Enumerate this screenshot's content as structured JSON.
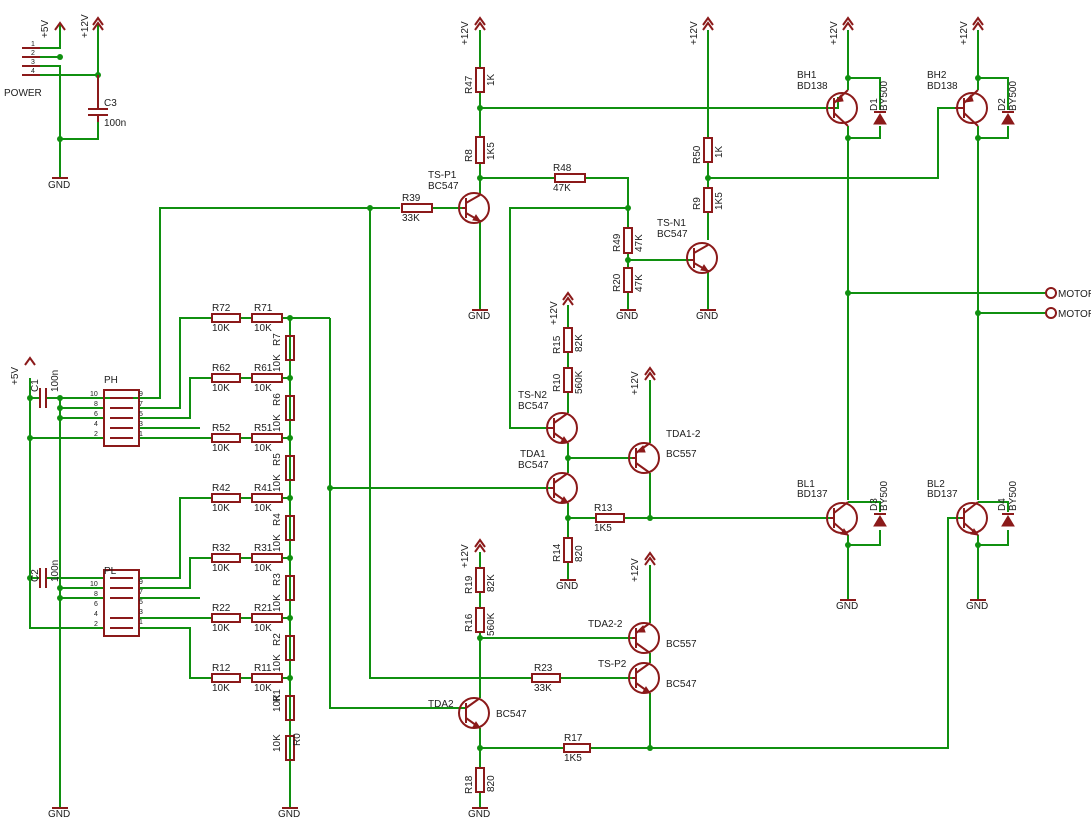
{
  "labels": {
    "v5": "+5V",
    "v12": "+12V",
    "gnd": "GND",
    "power": "POWER",
    "c3": "C3",
    "c3v": "100n",
    "c1": "C1",
    "c1v": "100n",
    "c2": "C2",
    "c2v": "100n",
    "ph": "PH",
    "pl": "PL",
    "r47": "R47",
    "r47v": "1K",
    "r8": "R8",
    "r8v": "1K5",
    "r48": "R48",
    "r48v": "47K",
    "r39": "R39",
    "r39v": "33K",
    "r50": "R50",
    "r50v": "1K",
    "r9": "R9",
    "r9v": "1K5",
    "r49": "R49",
    "r49v": "47K",
    "r20": "R20",
    "r20v": "47K",
    "r15": "R15",
    "r15v": "82K",
    "r10": "R10",
    "r10v": "560K",
    "r13": "R13",
    "r13v": "1K5",
    "r14": "R14",
    "r14v": "820",
    "r19": "R19",
    "r19v": "82K",
    "r16": "R16",
    "r16v": "560K",
    "r23": "R23",
    "r23v": "33K",
    "r17": "R17",
    "r17v": "1K5",
    "r18": "R18",
    "r18v": "820",
    "r72": "R72",
    "r71": "R71",
    "r62": "R62",
    "r61": "R61",
    "r52": "R52",
    "r51": "R51",
    "r42": "R42",
    "r41": "R41",
    "r32": "R32",
    "r31": "R31",
    "r22": "R22",
    "r21": "R21",
    "r12": "R12",
    "r11": "R11",
    "r7": "R7",
    "r6": "R6",
    "r5": "R5",
    "r4": "R4",
    "r3": "R3",
    "r2": "R2",
    "r1": "R1",
    "r0": "R0",
    "k10": "10K",
    "tsp1": "TS-P1",
    "tsp1v": "BC547",
    "tsn1": "TS-N1",
    "tsn1v": "BC547",
    "tsn2": "TS-N2",
    "tsn2v": "BC547",
    "tda1": "TDA1",
    "tda1v": "BC547",
    "tda12": "TDA1-2",
    "tda12v": "BC557",
    "tda22": "TDA2-2",
    "tda22v": "BC557",
    "tsp2": "TS-P2",
    "tsp2v": "BC547",
    "tda2": "TDA2",
    "tda2v": "BC547",
    "bh1": "BH1",
    "bh1v": "BD138",
    "bh2": "BH2",
    "bh2v": "BD138",
    "bl1": "BL1",
    "bl1v": "BD137",
    "bl2": "BL2",
    "bl2v": "BD137",
    "d1": "D1",
    "d2": "D2",
    "d3": "D3",
    "d4": "D4",
    "dv": "BY500",
    "motor": "MOTOR",
    "pin1": "1",
    "pin2": "2",
    "pin3": "3",
    "pin4": "4",
    "pin5": "5",
    "pin6": "6",
    "pin7": "7",
    "pin8": "8",
    "pin9": "9",
    "pin10": "10"
  },
  "colors": {
    "wire": "#109010",
    "part": "#8b1a1a",
    "text": "#202020",
    "background": "#ffffff"
  }
}
